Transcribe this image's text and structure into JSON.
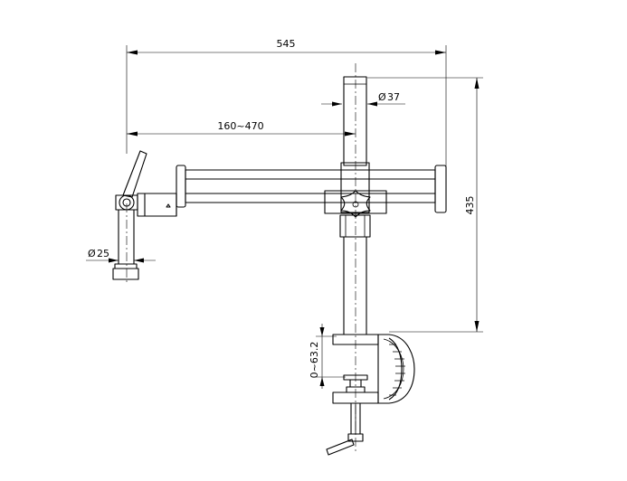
{
  "dimensions": {
    "overall_width": "545",
    "arm_reach": "160~470",
    "post_diameter": "37",
    "holder_diameter": "25",
    "height": "435",
    "clamp_range": "0~63.2"
  },
  "symbols": {
    "diameter": "Ø"
  }
}
